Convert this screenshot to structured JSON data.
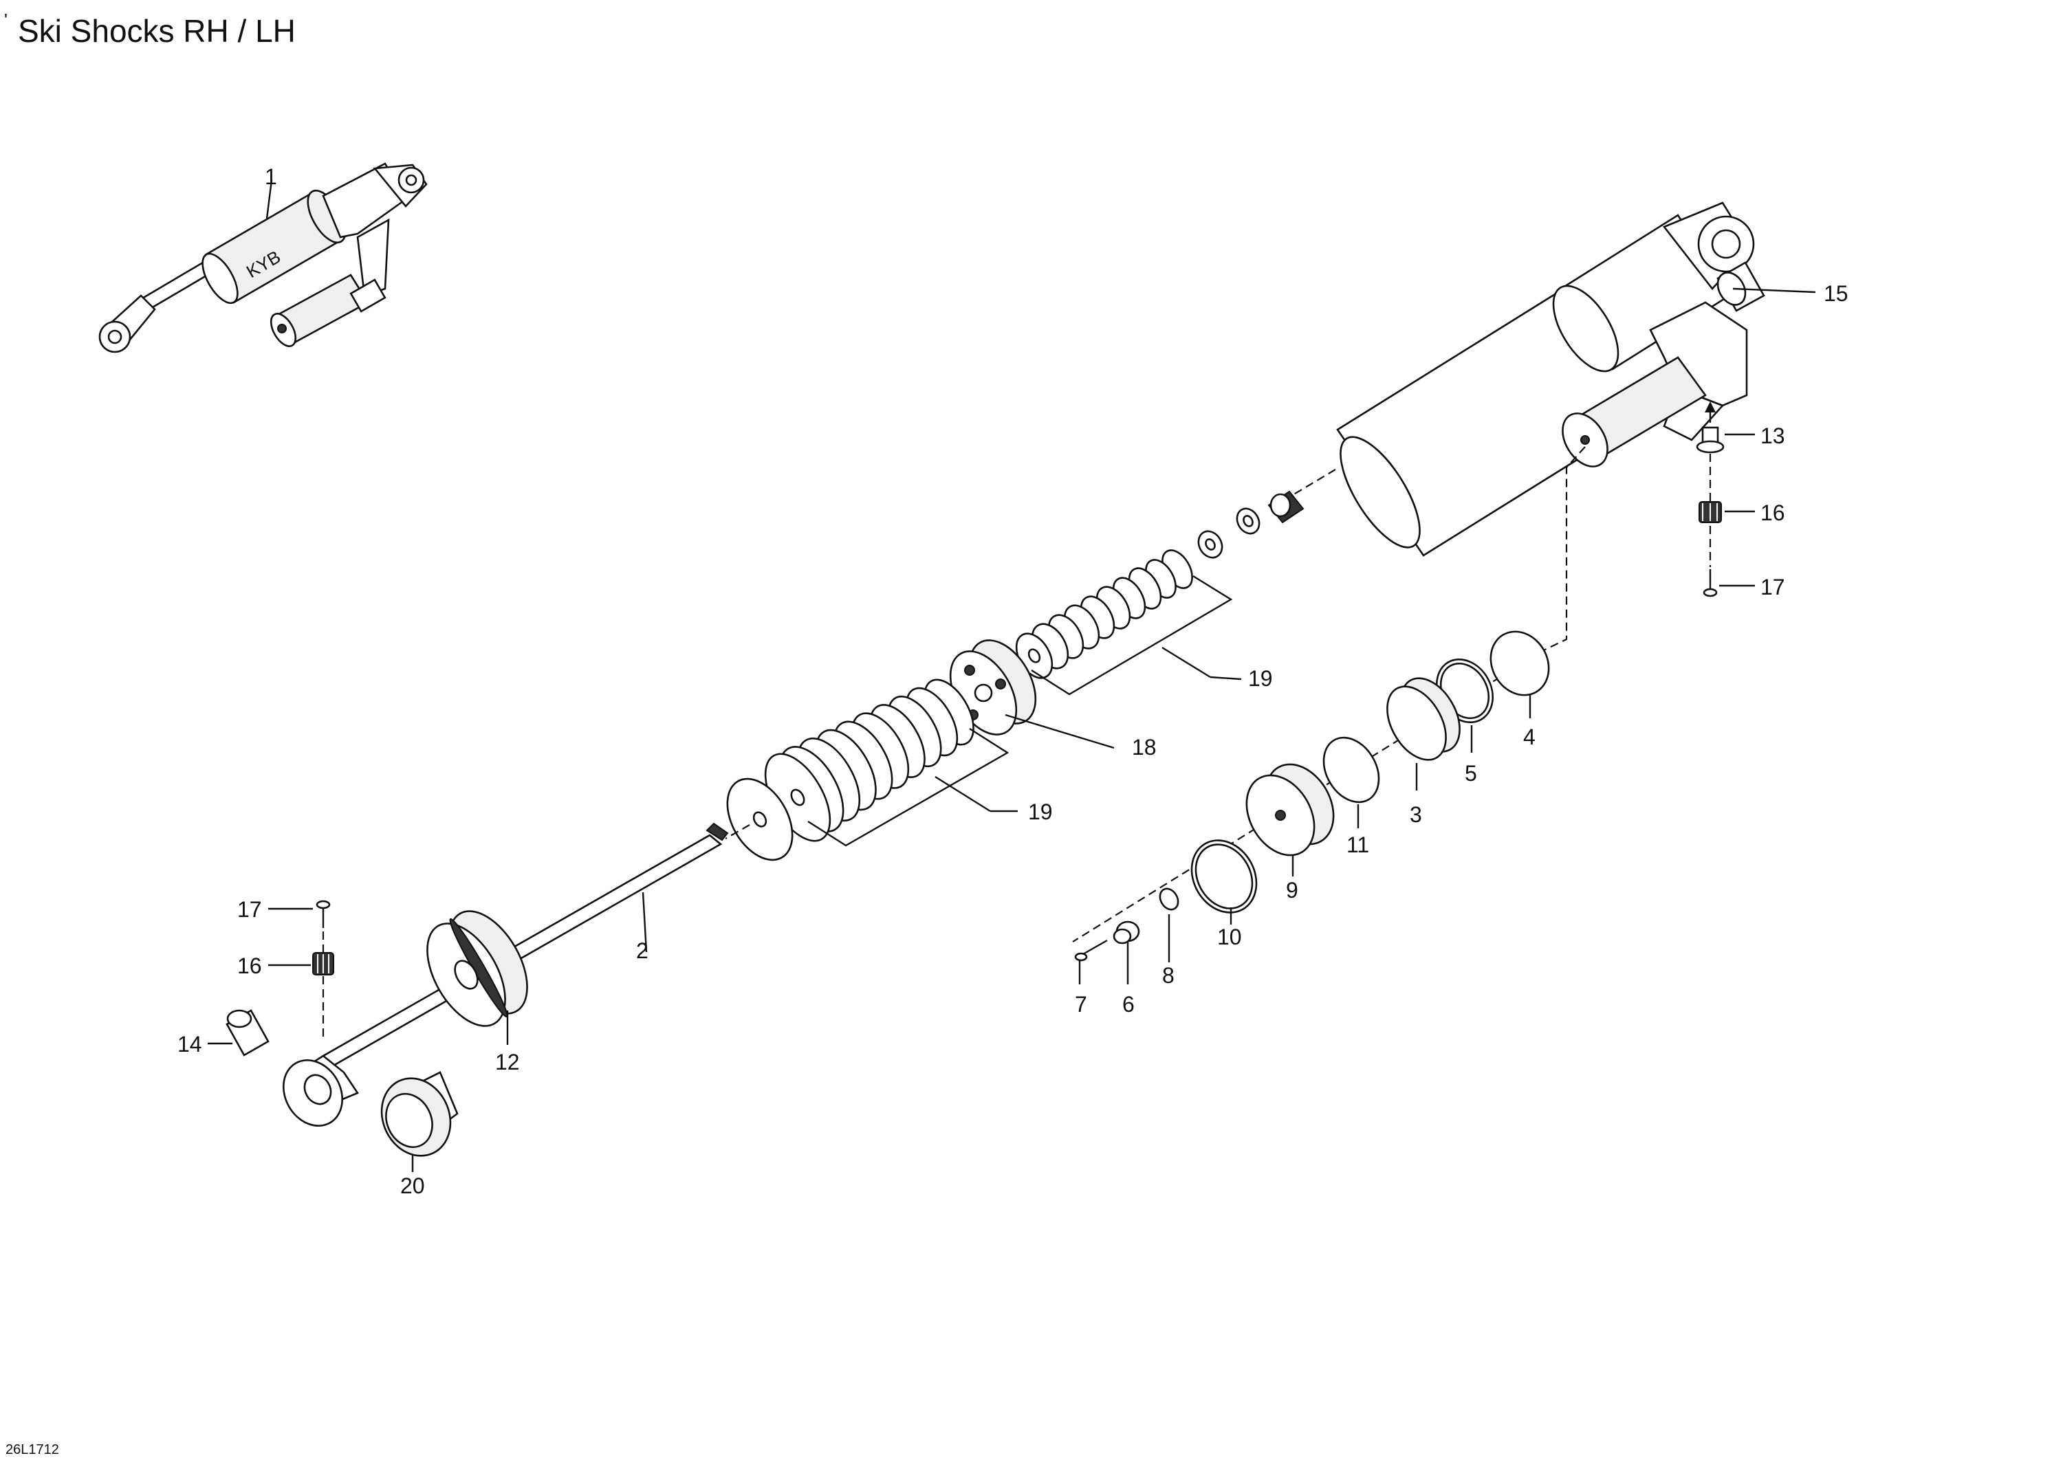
{
  "title": "Ski Shocks RH / LH",
  "title_mark": "'",
  "reference_code": "26L1712",
  "shock_brand_marking": "KYB",
  "callouts": {
    "c1": "1",
    "c2": "2",
    "c3": "3",
    "c4": "4",
    "c5": "5",
    "c6": "6",
    "c7": "7",
    "c8": "8",
    "c9": "9",
    "c10": "10",
    "c11": "11",
    "c12": "12",
    "c13": "13",
    "c14": "14",
    "c15": "15",
    "c16": "16",
    "c17": "17",
    "c18": "18",
    "c19": "19",
    "c20": "20"
  }
}
